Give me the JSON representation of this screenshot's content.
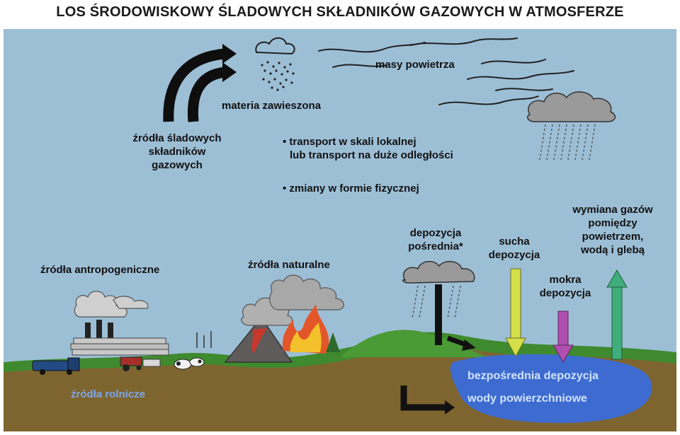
{
  "title": "LOS ŚRODOWISKOWY ŚLADOWYCH SKŁADNIKÓW GAZOWYCH W ATMOSFERZE",
  "labels": {
    "air_masses": "masy powietrza",
    "suspended_matter": "materia zawieszona",
    "sources_line1": "źródła śladowych",
    "sources_line2": "składników",
    "sources_line3": "gazowych",
    "transport_line1": "• transport w skali lokalnej",
    "transport_line2": "lub transport na duże odległości",
    "physical_changes": "• zmiany w formie fizycznej",
    "anthropogenic": "źródła antropogeniczne",
    "natural": "źródła naturalne",
    "indirect_line1": "depozycja",
    "indirect_line2": "pośrednia*",
    "dry_line1": "sucha",
    "dry_line2": "depozycja",
    "wet_line1": "mokra",
    "wet_line2": "depozycja",
    "exchange_line1": "wymiana gazów",
    "exchange_line2": "pomiędzy",
    "exchange_line3": "powietrzem,",
    "exchange_line4": "wodą i glebą",
    "agricultural": "źródła rolnicze",
    "direct_deposition": "bezpośrednia depozycja",
    "surface_waters": "wody powierzchniowe"
  },
  "colors": {
    "sky": "#9dbfd6",
    "ground": "#7e6530",
    "grass": "#3f8a2e",
    "water": "#3d6bd0",
    "dry_arrow": "#d4df4a",
    "wet_arrow": "#b04fb0",
    "exchange_arrow": "#3fae7a"
  }
}
